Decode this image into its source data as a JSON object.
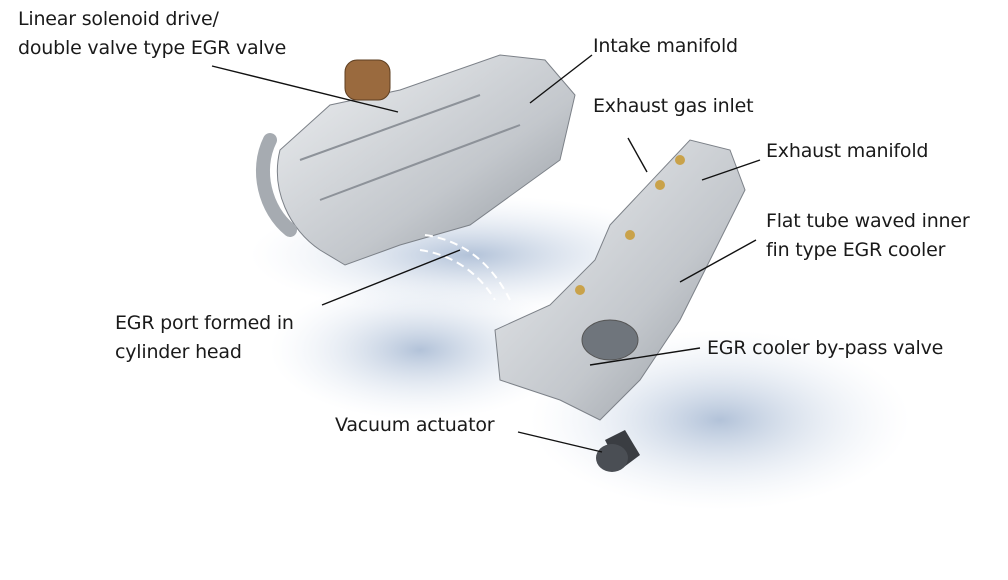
{
  "labels": {
    "egr_valve": [
      "Linear solenoid drive/",
      "double valve type EGR valve"
    ],
    "intake_manifold": "Intake manifold",
    "exhaust_gas_inlet": "Exhaust gas inlet",
    "exhaust_manifold": "Exhaust manifold",
    "egr_cooler": [
      "Flat tube waved inner",
      "fin type EGR cooler"
    ],
    "egr_port": [
      "EGR port formed in",
      "cylinder head"
    ],
    "bypass_valve": "EGR cooler by-pass valve",
    "vacuum_actuator": "Vacuum actuator"
  },
  "colors": {
    "metal": "#c9ccd0",
    "shadow": "#aebfd6",
    "copper": "#9a6a3e",
    "text": "#1a1a1a"
  }
}
